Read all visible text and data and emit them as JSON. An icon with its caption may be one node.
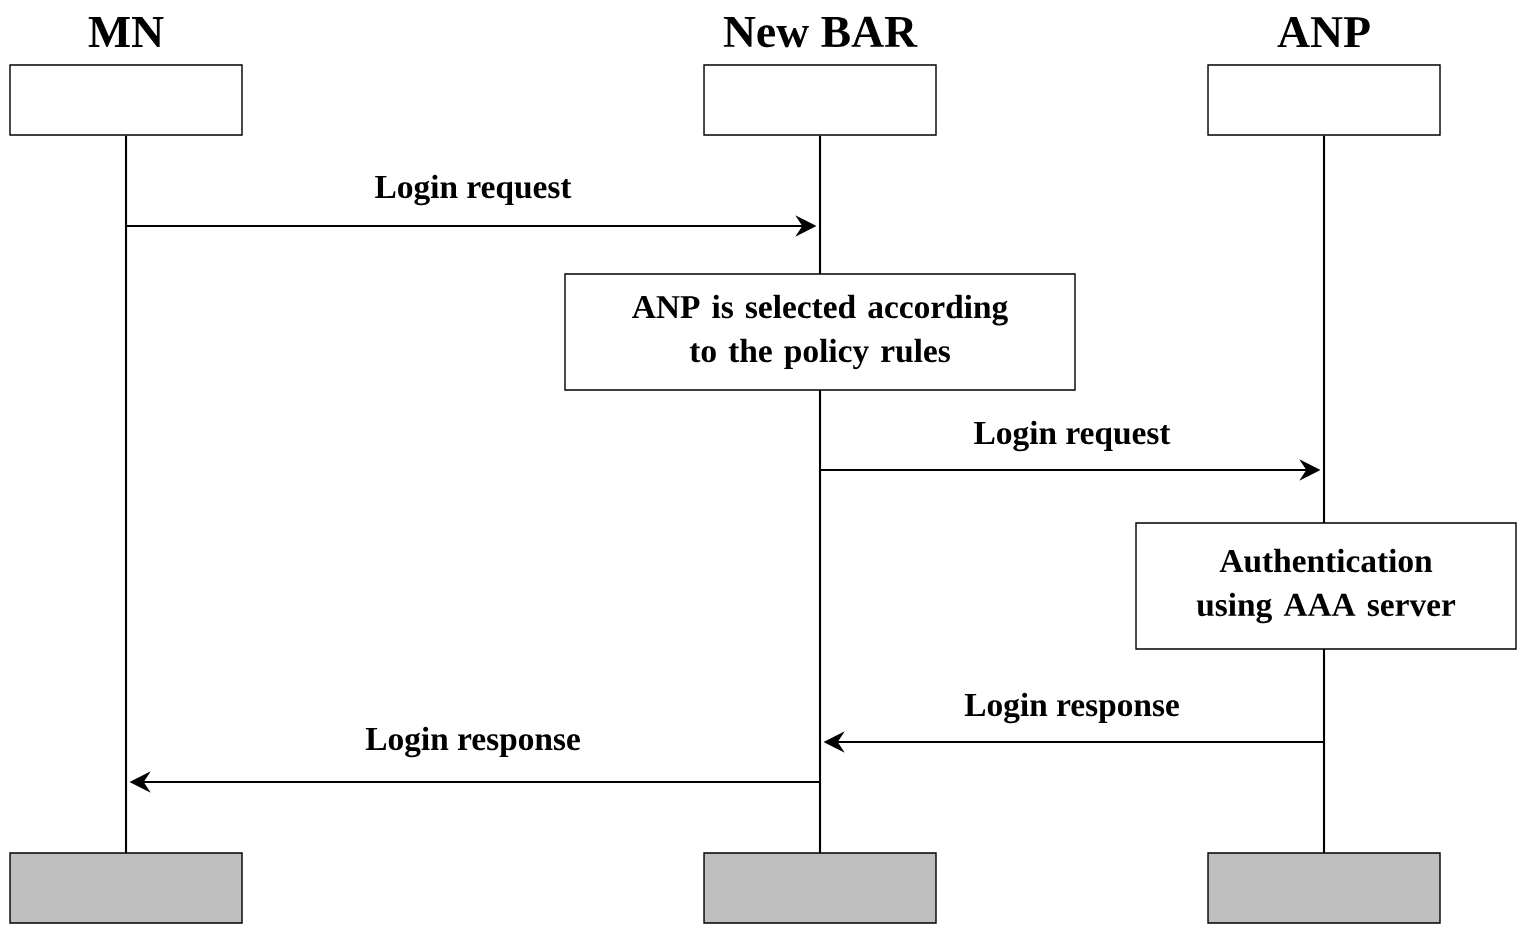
{
  "diagram": {
    "nodes": [
      {
        "text": [
          "MN"
        ]
      },
      {
        "text": [
          "New BAR"
        ]
      },
      {
        "text": [
          "ANP"
        ]
      },
      {
        "text": [
          "ANP is selected according to the policy rules"
        ]
      },
      {
        "text": [
          "Authentication using AAA server"
        ]
      },
      {
        "text": [],
        "shape": "box"
      },
      {
        "text": [],
        "shape": "box"
      },
      {
        "text": [],
        "shape": "box"
      }
    ],
    "edges": [
      {
        "from": 0,
        "to": 1,
        "arrow": "to",
        "label": "Login request"
      },
      {
        "from": 1,
        "to": 2,
        "arrow": "to",
        "label": "Login request"
      },
      {
        "from": 2,
        "to": 1,
        "arrow": "to",
        "label": "Login response"
      },
      {
        "from": 1,
        "to": 0,
        "arrow": "to",
        "label": "Login response"
      }
    ]
  }
}
